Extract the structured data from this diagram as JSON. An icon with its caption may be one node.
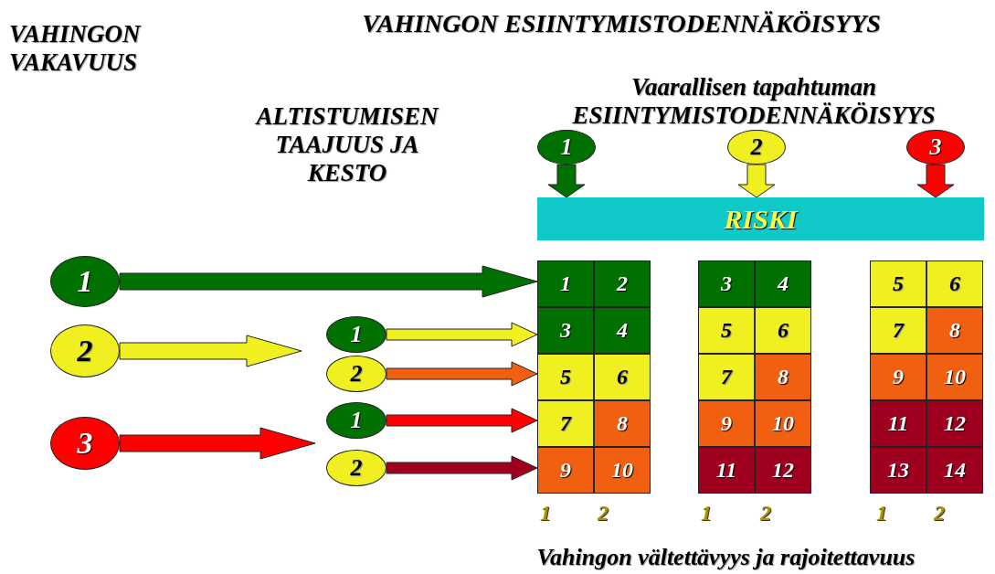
{
  "diagram": {
    "title": "VAHINGON ESIINTYMISTODENNÄKÖISYYS",
    "nodes": [
      {
        "text": [
          "1"
        ]
      },
      {
        "text": [
          "2"
        ]
      },
      {
        "text": [
          "3"
        ]
      },
      {
        "text": [
          "1"
        ]
      },
      {
        "text": [
          "2"
        ]
      },
      {
        "text": [
          "1"
        ]
      },
      {
        "text": [
          "2"
        ]
      },
      {
        "text": [
          "1"
        ]
      },
      {
        "text": [
          "2"
        ]
      },
      {
        "text": [
          "3"
        ]
      },
      {
        "text": [
          "RISKI"
        ]
      },
      {
        "text": [
          "1"
        ]
      },
      {
        "text": [
          "2"
        ]
      },
      {
        "text": [
          "3"
        ]
      },
      {
        "text": [
          "4"
        ]
      },
      {
        "text": [
          "5"
        ]
      },
      {
        "text": [
          "6"
        ]
      },
      {
        "text": [
          "7"
        ]
      },
      {
        "text": [
          "8"
        ]
      },
      {
        "text": [
          "9"
        ]
      },
      {
        "text": [
          "10"
        ]
      },
      {
        "text": [
          "3"
        ]
      },
      {
        "text": [
          "4"
        ]
      },
      {
        "text": [
          "5"
        ]
      },
      {
        "text": [
          "6"
        ]
      },
      {
        "text": [
          "7"
        ]
      },
      {
        "text": [
          "8"
        ]
      },
      {
        "text": [
          "9"
        ]
      },
      {
        "text": [
          "10"
        ]
      },
      {
        "text": [
          "11"
        ]
      },
      {
        "text": [
          "12"
        ]
      },
      {
        "text": [
          "5"
        ]
      },
      {
        "text": [
          "6"
        ]
      },
      {
        "text": [
          "7"
        ]
      },
      {
        "text": [
          "8"
        ]
      },
      {
        "text": [
          "9"
        ]
      },
      {
        "text": [
          "10"
        ]
      },
      {
        "text": [
          "11"
        ]
      },
      {
        "text": [
          "12"
        ]
      },
      {
        "text": [
          "13"
        ]
      },
      {
        "text": [
          "14"
        ]
      }
    ],
    "edges": [
      {
        "from": 0,
        "to": 11,
        "arrow": "to",
        "color": "#007000"
      },
      {
        "from": 1,
        "to": null,
        "arrow": "to",
        "color": "#f0f020"
      },
      {
        "from": 2,
        "to": null,
        "arrow": "to",
        "color": "#ff0000"
      },
      {
        "from": 3,
        "to": 13,
        "arrow": "to",
        "color": "#f0f020"
      },
      {
        "from": 4,
        "to": 15,
        "arrow": "to",
        "color": "#f06010"
      },
      {
        "from": 5,
        "to": 17,
        "arrow": "to",
        "color": "#ff0000"
      },
      {
        "from": 6,
        "to": 19,
        "arrow": "to",
        "color": "#a00020"
      },
      {
        "from": 7,
        "to": 10,
        "arrow": "to",
        "color": "#007000"
      },
      {
        "from": 8,
        "to": 10,
        "arrow": "to",
        "color": "#f0f020"
      },
      {
        "from": 9,
        "to": 10,
        "arrow": "to",
        "color": "#ff0000"
      }
    ],
    "labels": [
      "VAHINGON VAKAVUUS",
      "ALTISTUMISEN TAAJUUS JA KESTO",
      "Vaarallisen tapahtuman ESIINTYMISTODENNÄKÖISYYS",
      "1",
      "2",
      "1",
      "2",
      "1",
      "2",
      "Vahingon vältettävyys ja rajoitettavuus"
    ]
  }
}
